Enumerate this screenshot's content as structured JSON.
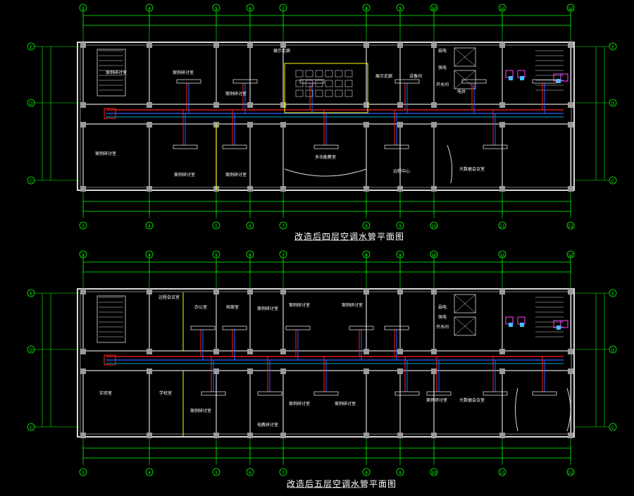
{
  "captions": {
    "floor4": "改造后四层空调水管平面图",
    "floor5": "改造后五层空调水管平面图"
  },
  "axes": {
    "columns": [
      "3",
      "4",
      "5",
      "6",
      "7",
      "8",
      "9",
      "10",
      "11",
      "12"
    ],
    "rows": [
      "E",
      "D",
      "C"
    ]
  },
  "floor4": {
    "rooms": [
      "案例研讨室",
      "案例研讨室",
      "展示走廊",
      "案例研讨室",
      "展示走廊",
      "设备间",
      "弱电",
      "强电",
      "开水间",
      "电井",
      "案例研讨室",
      "案例研讨室",
      "案例研讨室",
      "多功能教室",
      "远程中心",
      "大数据会议室"
    ]
  },
  "floor5": {
    "rooms": [
      "远程会议室",
      "办公室",
      "档案室",
      "案例研讨室",
      "案例研讨室",
      "案例研讨室",
      "弱电",
      "强电",
      "开水间",
      "实验室",
      "学校室",
      "案例研讨室",
      "电教研讨室",
      "案例研讨室",
      "案例研讨室",
      "案例研讨室",
      "大数据会议室"
    ]
  },
  "colors": {
    "background": "#000000",
    "wall": "#d8d8d8",
    "axis": "#00ff00",
    "supply_pipe": "#ff2020",
    "return_pipe": "#3060ff",
    "condensate_pipe": "#00e0ff",
    "partition": "#ffff00",
    "text": "#ffffff"
  }
}
